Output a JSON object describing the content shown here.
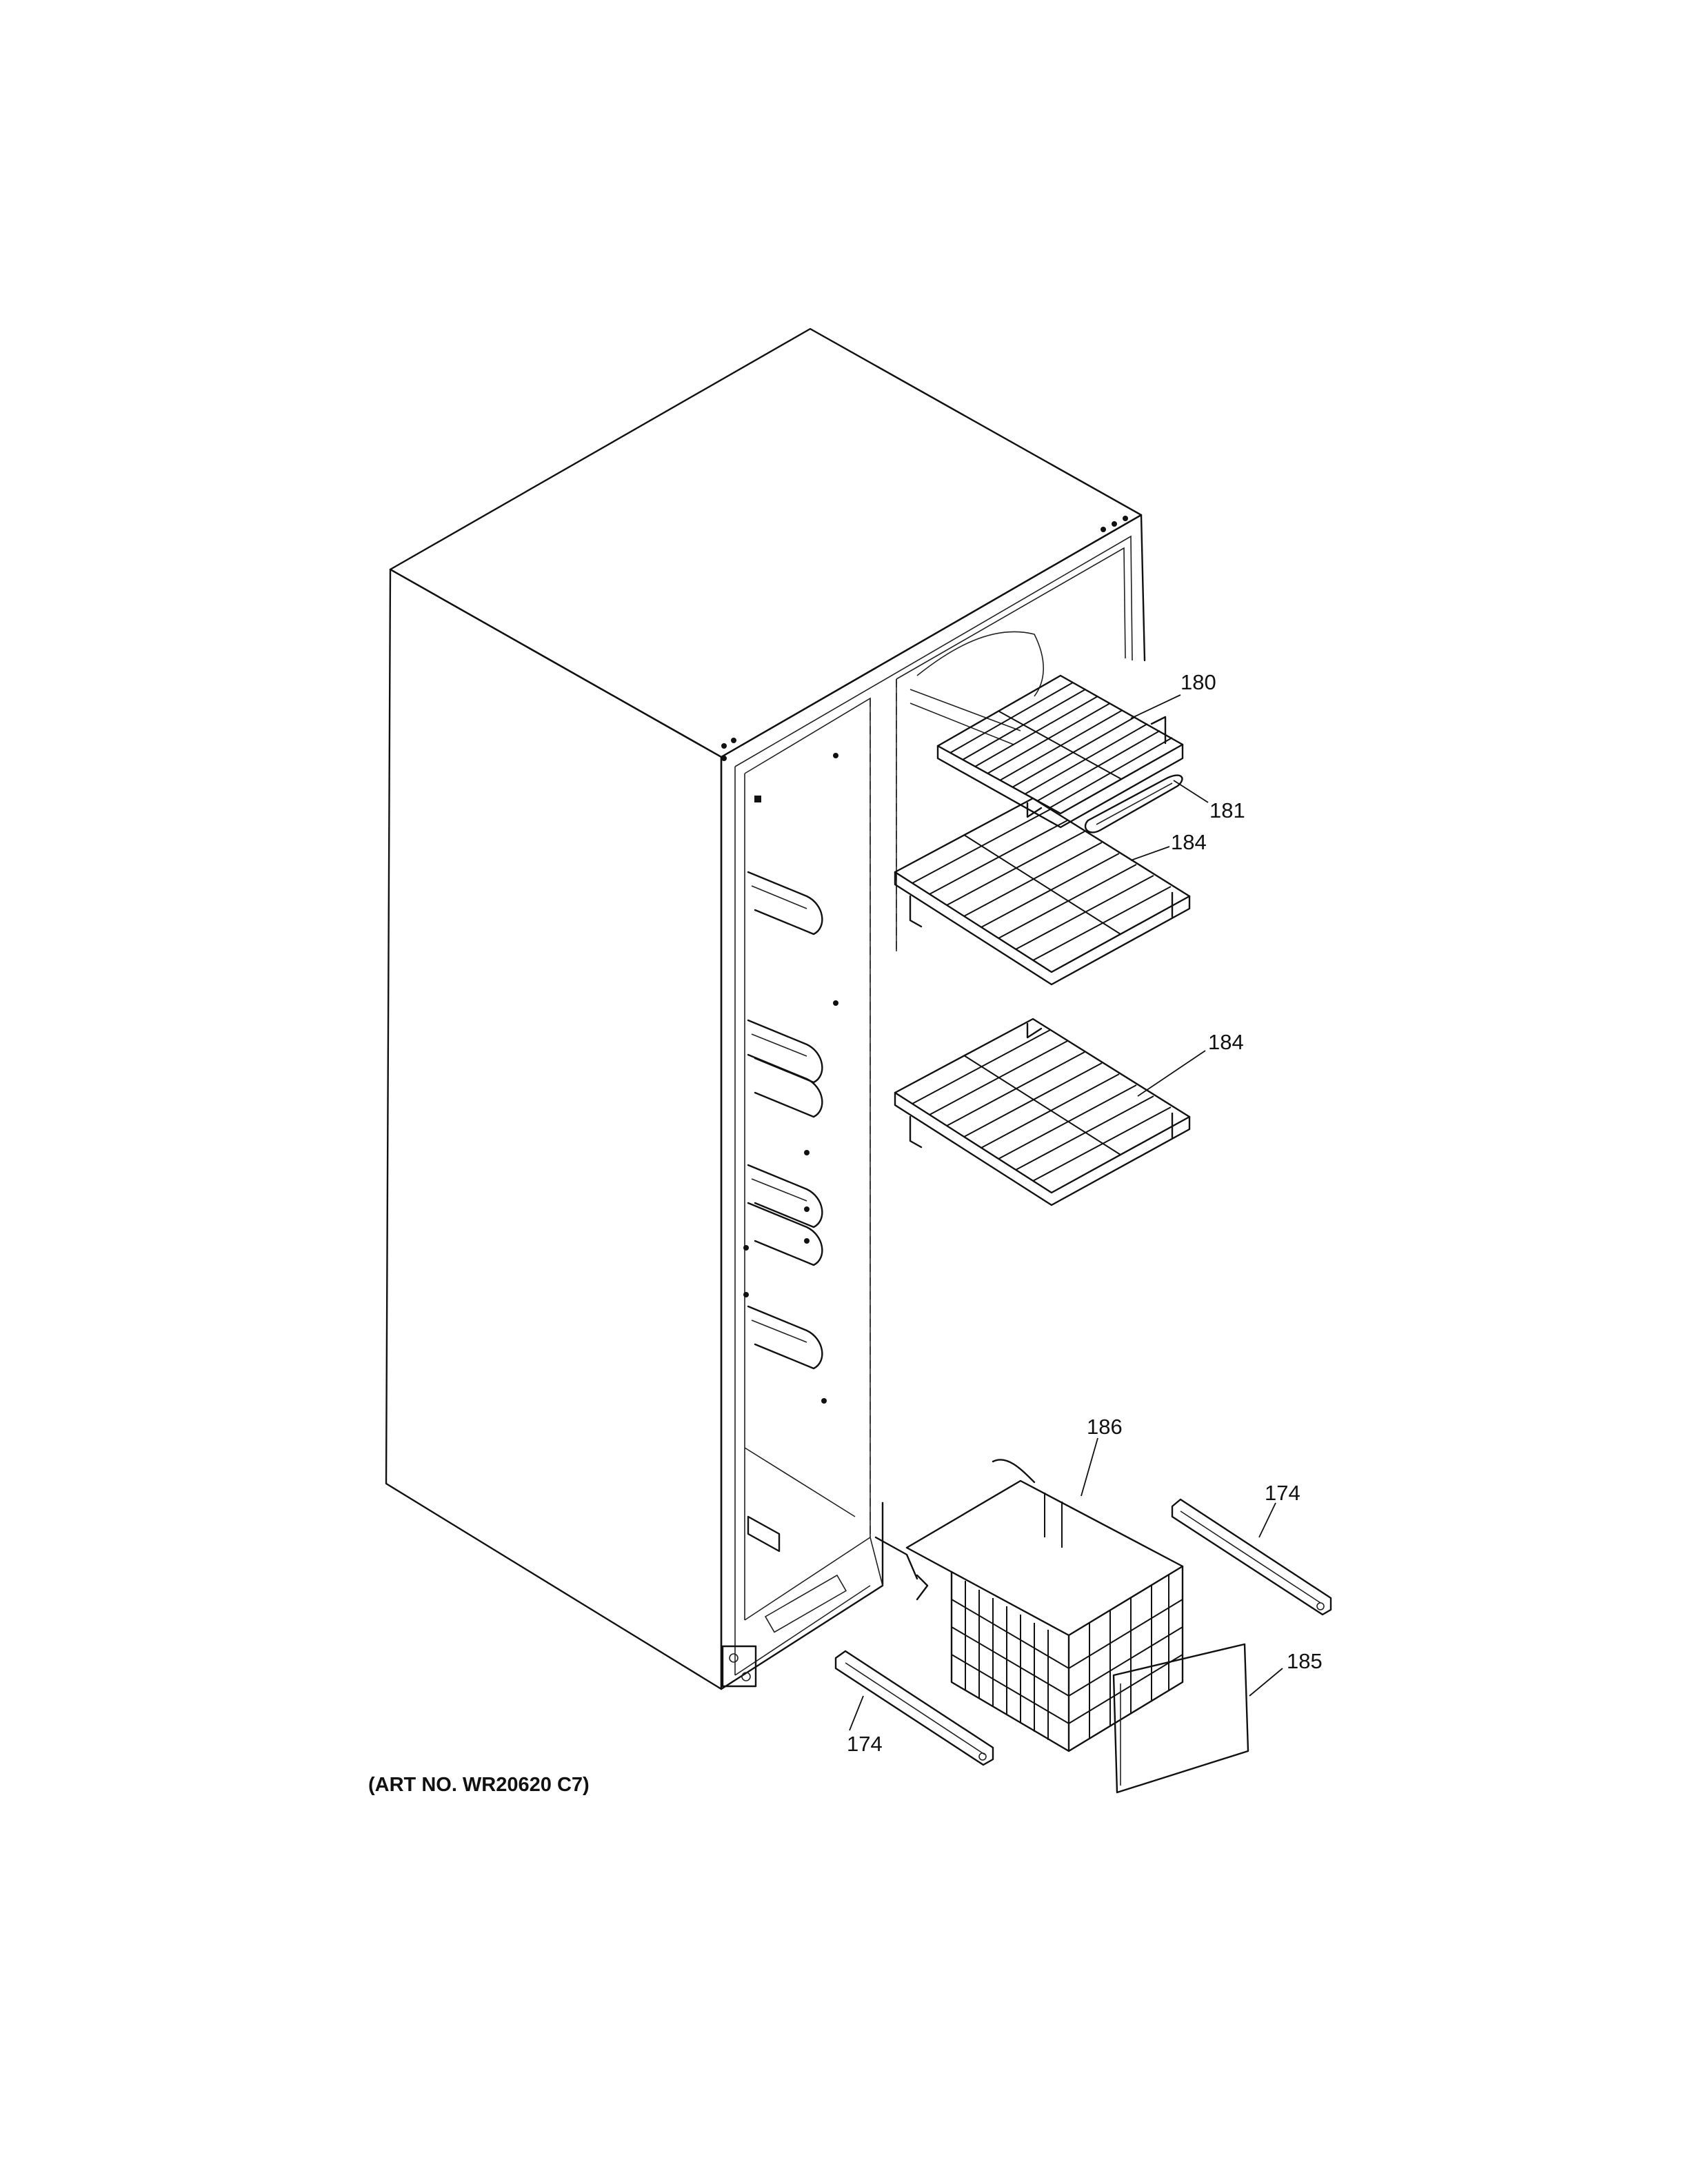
{
  "callouts": {
    "c180": "180",
    "c181": "181",
    "c184a": "184",
    "c184b": "184",
    "c186": "186",
    "c174a": "174",
    "c174b": "174",
    "c185": "185"
  },
  "art_number": "(ART NO. WR20620 C7)"
}
